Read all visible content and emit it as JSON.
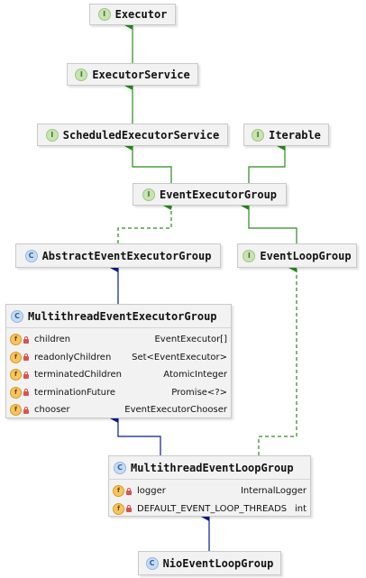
{
  "nodes": {
    "executor": {
      "name": "Executor",
      "kind": "interface",
      "badge": "I"
    },
    "executor_service": {
      "name": "ExecutorService",
      "kind": "interface",
      "badge": "I"
    },
    "scheduled_executor_service": {
      "name": "ScheduledExecutorService",
      "kind": "interface",
      "badge": "I"
    },
    "iterable": {
      "name": "Iterable",
      "kind": "interface",
      "badge": "I"
    },
    "event_executor_group": {
      "name": "EventExecutorGroup",
      "kind": "interface",
      "badge": "I"
    },
    "abstract_event_executor_group": {
      "name": "AbstractEventExecutorGroup",
      "kind": "class",
      "badge": "C"
    },
    "event_loop_group": {
      "name": "EventLoopGroup",
      "kind": "interface",
      "badge": "I"
    },
    "multithread_event_executor_group": {
      "name": "MultithreadEventExecutorGroup",
      "kind": "class",
      "badge": "C",
      "fields": [
        {
          "name": "children",
          "type": "EventExecutor[]"
        },
        {
          "name": "readonlyChildren",
          "type": "Set<EventExecutor>"
        },
        {
          "name": "terminatedChildren",
          "type": "AtomicInteger"
        },
        {
          "name": "terminationFuture",
          "type": "Promise<?>"
        },
        {
          "name": "chooser",
          "type": "EventExecutorChooser"
        }
      ]
    },
    "multithread_event_loop_group": {
      "name": "MultithreadEventLoopGroup",
      "kind": "class",
      "badge": "C",
      "fields": [
        {
          "name": "logger",
          "type": "InternalLogger"
        },
        {
          "name": "DEFAULT_EVENT_LOOP_THREADS",
          "type": "int"
        }
      ]
    },
    "nio_event_loop_group": {
      "name": "NioEventLoopGroup",
      "kind": "class",
      "badge": "C"
    }
  },
  "field_icon_letter": "f",
  "colors": {
    "interface_extends": "#2b8a1e",
    "class_extends": "#0a1a8c",
    "node_bg": "#f2f2f2",
    "node_border": "#c9c9c9"
  }
}
